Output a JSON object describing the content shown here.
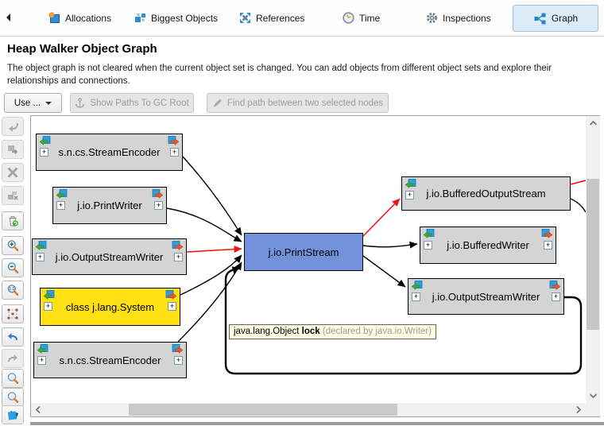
{
  "tabs": {
    "items": [
      {
        "label": "Allocations"
      },
      {
        "label": "Biggest Objects"
      },
      {
        "label": "References"
      },
      {
        "label": "Time"
      },
      {
        "label": "Inspections"
      },
      {
        "label": "Graph"
      }
    ],
    "active": "Graph"
  },
  "header": {
    "title": "Heap Walker Object Graph",
    "description": "The object graph is not cleared when the current object set is changed. You can add objects from different object sets and explore their relationships and connections."
  },
  "toolbar": {
    "use_button": "Use ...",
    "show_paths_button": "Show Paths To GC Root",
    "find_path_button": "Find path between two selected nodes"
  },
  "graph": {
    "expand_label": "+",
    "nodes": [
      {
        "label": "s.n.cs.StreamEncoder",
        "kind": "object"
      },
      {
        "label": "j.io.PrintWriter",
        "kind": "object"
      },
      {
        "label": "j.io.OutputStreamWriter",
        "kind": "object"
      },
      {
        "label": "class j.lang.System",
        "kind": "class"
      },
      {
        "label": "s.n.cs.StreamEncoder",
        "kind": "object"
      },
      {
        "label": "j.io.PrintStream",
        "kind": "current"
      },
      {
        "label": "j.io.BufferedOutputStream",
        "kind": "object"
      },
      {
        "label": "j.io.BufferedWriter",
        "kind": "object"
      },
      {
        "label": "j.io.OutputStreamWriter",
        "kind": "object"
      }
    ],
    "edges": [
      {
        "from": 0,
        "to": 5,
        "color": "black"
      },
      {
        "from": 1,
        "to": 5,
        "color": "black"
      },
      {
        "from": 2,
        "to": 5,
        "color": "red"
      },
      {
        "from": 3,
        "to": 5,
        "color": "black"
      },
      {
        "from": 4,
        "to": 5,
        "color": "black"
      },
      {
        "from": 8,
        "to": 5,
        "color": "black",
        "style": "loop"
      },
      {
        "from": 5,
        "to": 6,
        "color": "red"
      },
      {
        "from": 5,
        "to": 7,
        "color": "black"
      },
      {
        "from": 5,
        "to": 8,
        "color": "black"
      },
      {
        "from": 6,
        "to": "offscreen-right",
        "color": "red"
      },
      {
        "from": 6,
        "to": "offscreen-right",
        "color": "black"
      }
    ],
    "tooltip": {
      "class_name": "java.lang.Object",
      "field": "lock",
      "declared_by": "(declared by java.io.Writer)"
    },
    "colors": {
      "node": "#d4d4d4",
      "node_current": "#7292DC",
      "node_class": "#FFE013",
      "edge": "#000000",
      "edge_highlight": "#EE1111"
    }
  }
}
